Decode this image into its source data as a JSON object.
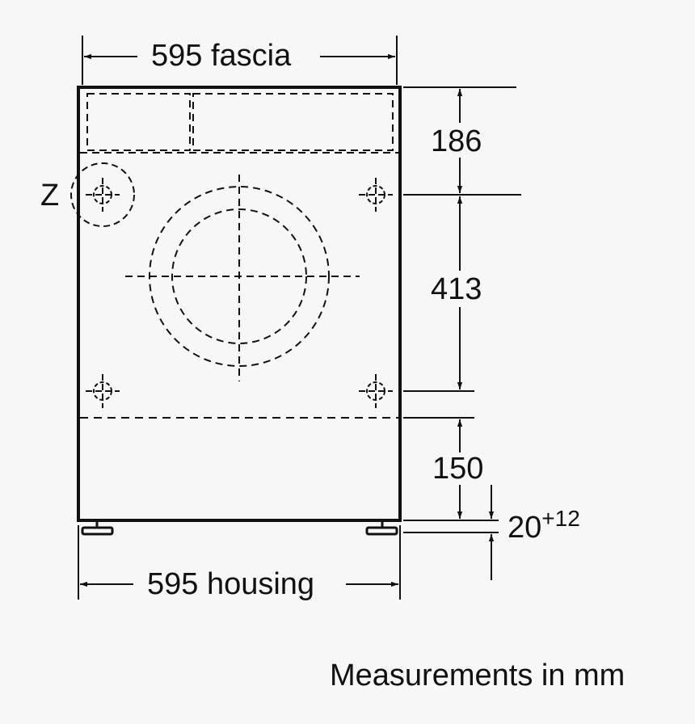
{
  "diagram": {
    "type": "dimension-drawing",
    "subject": "built-in washing machine front view",
    "labels": {
      "fascia_width": "595 fascia",
      "housing_width": "595 housing",
      "dim_top": "186",
      "dim_middle": "413",
      "dim_bottom": "150",
      "dim_feet_base": "20",
      "dim_feet_tolerance": "+12",
      "detail_marker": "Z",
      "footnote": "Measurements in mm"
    },
    "colors": {
      "background": "#f7f7f7",
      "line": "#111111"
    }
  }
}
